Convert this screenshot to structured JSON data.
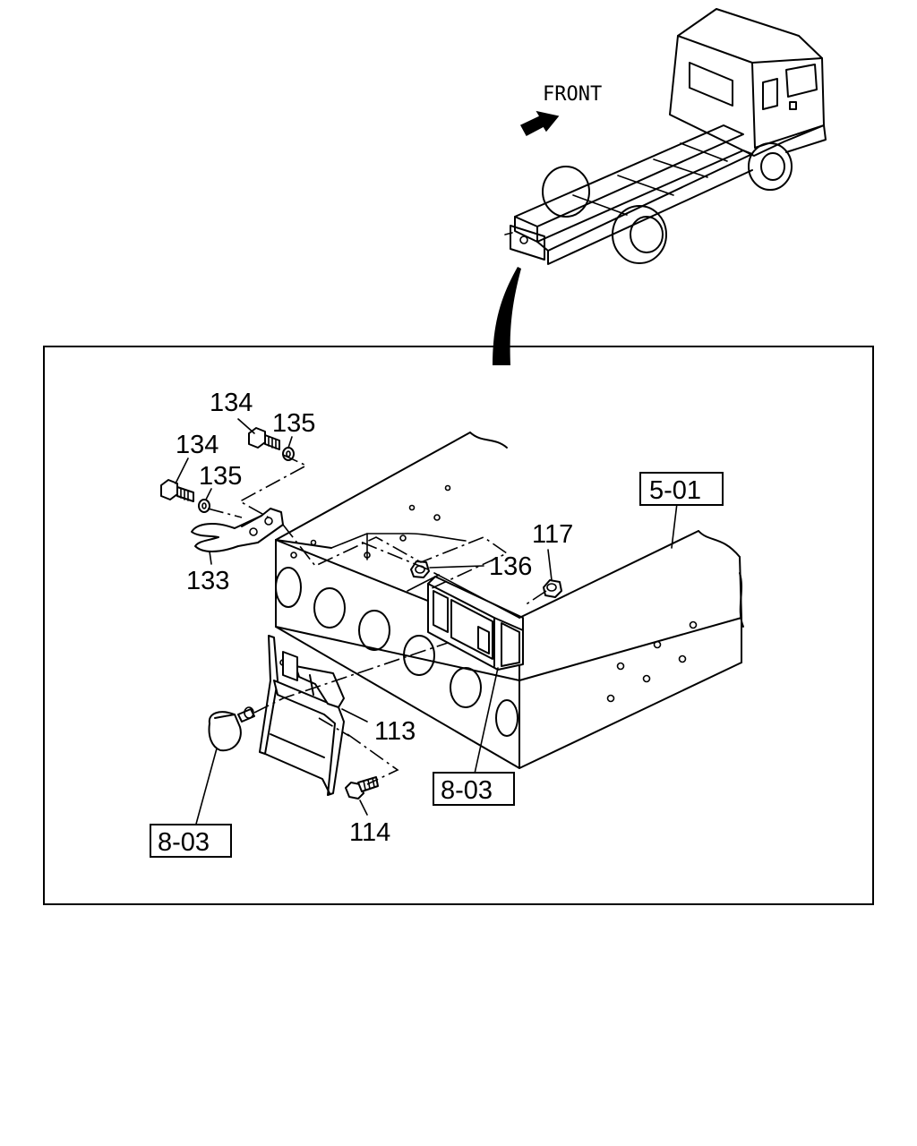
{
  "orientation": {
    "front_label": "FRONT"
  },
  "parts": {
    "p134a": "134",
    "p135a": "135",
    "p134b": "134",
    "p135b": "135",
    "p133": "133",
    "p117": "117",
    "p136": "136",
    "p113": "113",
    "p114": "114"
  },
  "refs": {
    "r501": "5-01",
    "r803a": "8-03",
    "r803b": "8-03"
  }
}
